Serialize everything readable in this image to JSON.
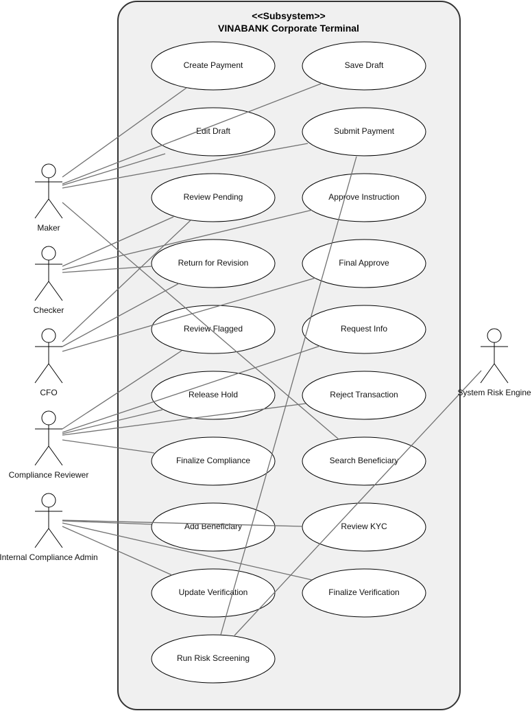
{
  "subsystem": {
    "stereotype": "<<Subsystem>>",
    "name": "VINABANK Corporate Terminal"
  },
  "actors": [
    {
      "id": "maker",
      "label": "Maker"
    },
    {
      "id": "checker",
      "label": "Checker"
    },
    {
      "id": "cfo",
      "label": "CFO"
    },
    {
      "id": "compliance-reviewer",
      "label": "Compliance Reviewer"
    },
    {
      "id": "internal-compliance-admin",
      "label": "Internal Compliance Admin"
    },
    {
      "id": "system-risk-engine",
      "label": "System Risk Engine"
    }
  ],
  "use_cases": [
    {
      "id": "create-payment",
      "label": "Create Payment"
    },
    {
      "id": "save-draft",
      "label": "Save Draft"
    },
    {
      "id": "edit-draft",
      "label": "Edit Draft"
    },
    {
      "id": "submit-payment",
      "label": "Submit Payment"
    },
    {
      "id": "review-pending",
      "label": "Review Pending"
    },
    {
      "id": "approve-instruction",
      "label": "Approve Instruction"
    },
    {
      "id": "return-for-revision",
      "label": "Return for Revision"
    },
    {
      "id": "final-approve",
      "label": "Final Approve"
    },
    {
      "id": "review-flagged",
      "label": "Review Flagged"
    },
    {
      "id": "request-info",
      "label": "Request Info"
    },
    {
      "id": "release-hold",
      "label": "Release Hold"
    },
    {
      "id": "reject-transaction",
      "label": "Reject Transaction"
    },
    {
      "id": "finalize-compliance",
      "label": "Finalize Compliance"
    },
    {
      "id": "search-beneficiary",
      "label": "Search Beneficiary"
    },
    {
      "id": "add-beneficiary",
      "label": "Add Beneficiary"
    },
    {
      "id": "review-kyc",
      "label": "Review KYC"
    },
    {
      "id": "update-verification",
      "label": "Update Verification"
    },
    {
      "id": "finalize-verification",
      "label": "Finalize Verification"
    },
    {
      "id": "run-risk-screening",
      "label": "Run Risk Screening"
    }
  ],
  "associations": [
    {
      "actor": "maker",
      "use_case": "create-payment"
    },
    {
      "actor": "maker",
      "use_case": "save-draft"
    },
    {
      "actor": "maker",
      "use_case": "edit-draft"
    },
    {
      "actor": "maker",
      "use_case": "submit-payment"
    },
    {
      "actor": "maker",
      "use_case": "search-beneficiary"
    },
    {
      "actor": "checker",
      "use_case": "review-pending"
    },
    {
      "actor": "checker",
      "use_case": "approve-instruction"
    },
    {
      "actor": "checker",
      "use_case": "return-for-revision"
    },
    {
      "actor": "cfo",
      "use_case": "review-pending"
    },
    {
      "actor": "cfo",
      "use_case": "return-for-revision"
    },
    {
      "actor": "cfo",
      "use_case": "final-approve"
    },
    {
      "actor": "compliance-reviewer",
      "use_case": "review-flagged"
    },
    {
      "actor": "compliance-reviewer",
      "use_case": "request-info"
    },
    {
      "actor": "compliance-reviewer",
      "use_case": "release-hold"
    },
    {
      "actor": "compliance-reviewer",
      "use_case": "reject-transaction"
    },
    {
      "actor": "compliance-reviewer",
      "use_case": "finalize-compliance"
    },
    {
      "actor": "internal-compliance-admin",
      "use_case": "add-beneficiary"
    },
    {
      "actor": "internal-compliance-admin",
      "use_case": "review-kyc"
    },
    {
      "actor": "internal-compliance-admin",
      "use_case": "update-verification"
    },
    {
      "actor": "internal-compliance-admin",
      "use_case": "finalize-verification"
    },
    {
      "actor": "system-risk-engine",
      "use_case": "run-risk-screening"
    },
    {
      "from_use_case": "submit-payment",
      "use_case": "run-risk-screening"
    }
  ]
}
